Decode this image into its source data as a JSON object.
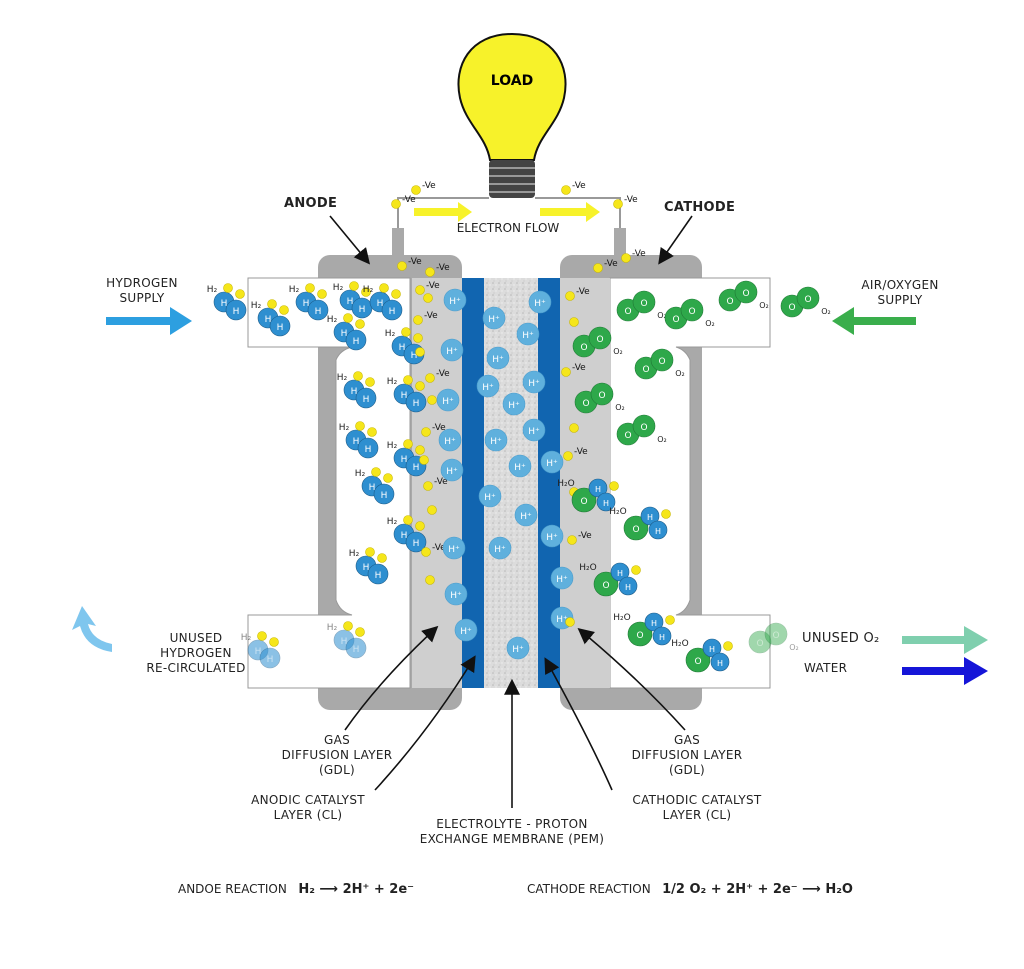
{
  "title_load": "LOAD",
  "labels": {
    "anode": "ANODE",
    "cathode": "CATHODE",
    "electron_flow": "ELECTRON FLOW",
    "hydrogen_supply": [
      "HYDROGEN",
      "SUPPLY"
    ],
    "air_supply": [
      "AIR/OXYGEN",
      "SUPPLY"
    ],
    "unused_hydrogen": [
      "UNUSED",
      "HYDROGEN",
      "RE-CIRCULATED"
    ],
    "unused_o2": "UNUSED O₂",
    "water": "WATER",
    "gdl_left": [
      "GAS",
      "DIFFUSION LAYER",
      "(GDL)"
    ],
    "gdl_right": [
      "GAS",
      "DIFFUSION LAYER",
      "(GDL)"
    ],
    "anodic_cl": [
      "ANODIC CATALYST",
      "LAYER (CL)"
    ],
    "cathodic_cl": [
      "CATHODIC CATALYST",
      "LAYER (CL)"
    ],
    "pem": [
      "ELECTROLYTE - PROTON",
      "EXCHANGE MEMBRANE (PEM)"
    ]
  },
  "reactions": {
    "anode_label": "ANDOE REACTION",
    "anode_eq": "H₂ ⟶ 2H⁺ + 2e⁻",
    "cathode_label": "CATHODE REACTION",
    "cathode_eq": "1/2 O₂ + 2H⁺ + 2e⁻ ⟶ H₂O"
  },
  "species": {
    "electron": "-Ve",
    "proton": "H⁺",
    "hydrogen": "H₂",
    "oxygen": "O₂",
    "water": "H₂O",
    "h_atom": "H",
    "o_atom": "O"
  },
  "colors": {
    "hydrogen_blue": "#2e8fd0",
    "proton_blue": "#5fb0dd",
    "oxygen_green": "#2ea84a",
    "electron_yellow": "#f5e61a",
    "bulb_yellow": "#f7f22a",
    "membrane_dark_blue": "#1165b0",
    "gdl_gray": "#cfcfcf",
    "body_gray": "#a9a9a9",
    "supply_arrow_blue": "#2d9fe0",
    "supply_arrow_green": "#3aae4c",
    "water_arrow": "#1515d8",
    "unused_o2_arrow": "#7fcfae"
  }
}
